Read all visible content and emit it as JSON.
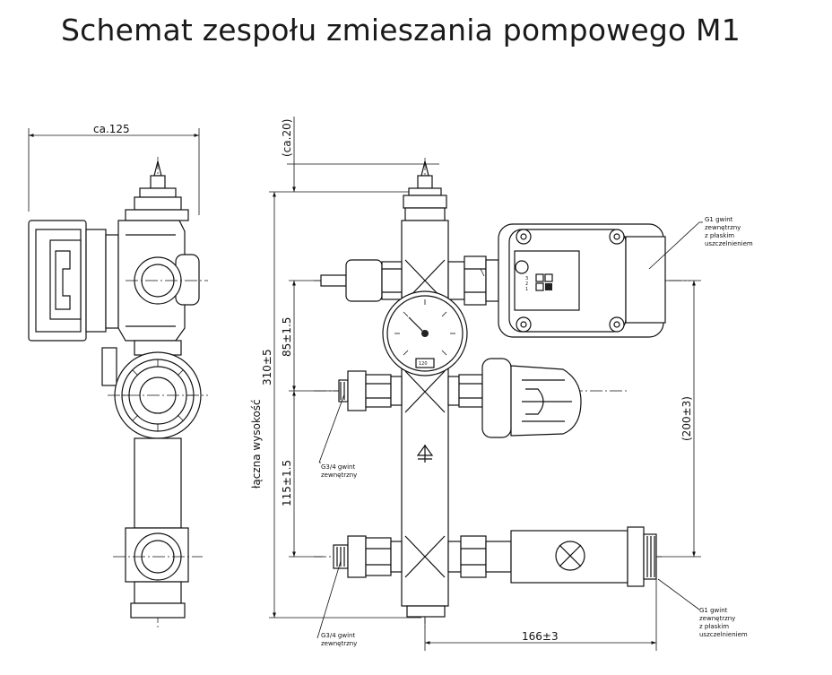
{
  "title": "Schemat zespołu zmieszania pompowego M1",
  "dimensions": {
    "side_width": "ca.125",
    "top_offset": "(ca.20)",
    "total_height_label": "łączna wysokość",
    "total_height": "310±5",
    "upper_section": "85±1.5",
    "lower_section": "115±1.5",
    "pump_to_bottom": "(200±3)",
    "horizontal_spacing": "166±3"
  },
  "notes": {
    "g1_top": [
      "G1 gwint",
      "zewnętrzny",
      "z płaskim",
      "uszczelnieniem"
    ],
    "g34_mid": [
      "G3/4 gwint",
      "zewnętrzny"
    ],
    "g34_bottom": [
      "G3/4 gwint",
      "zewnętrzny"
    ],
    "g1_bottom": [
      "G1 gwint",
      "zewnętrzny",
      "z płaskim",
      "uszczelnieniem"
    ]
  },
  "part_marks": {
    "gauge_label": "120",
    "pump_speed_marks": [
      "3",
      "2",
      "1"
    ]
  }
}
